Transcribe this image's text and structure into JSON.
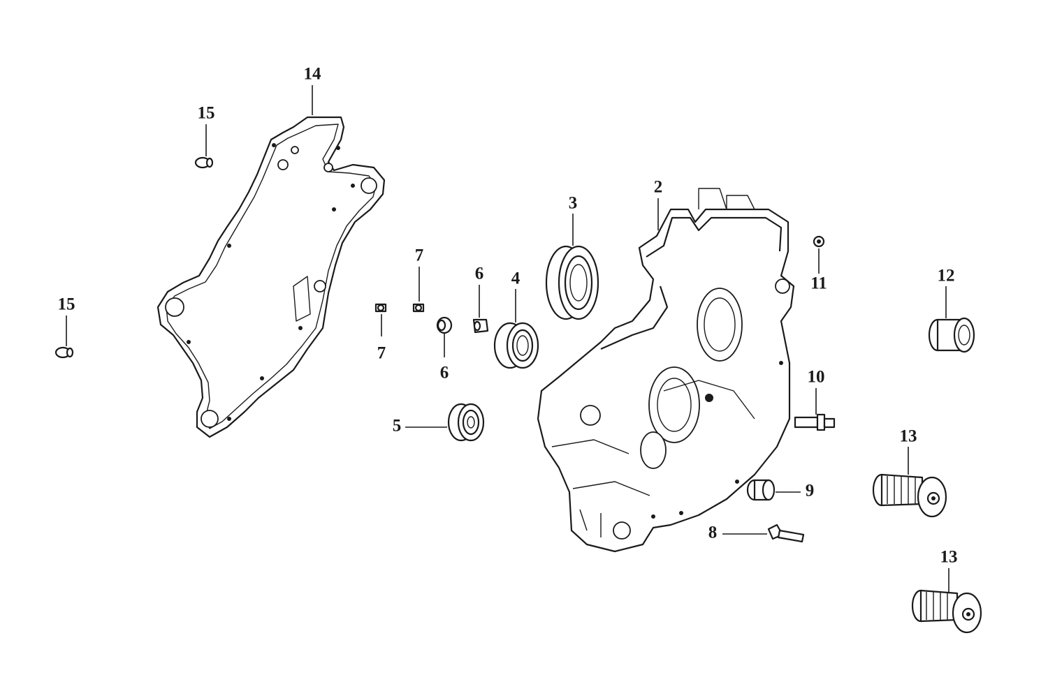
{
  "callouts": {
    "c2": "2",
    "c3": "3",
    "c4": "4",
    "c5": "5",
    "c6a": "6",
    "c6b": "6",
    "c7a": "7",
    "c7b": "7",
    "c8": "8",
    "c9": "9",
    "c10": "10",
    "c11": "11",
    "c12": "12",
    "c13a": "13",
    "c13b": "13",
    "c14": "14",
    "c15a": "15",
    "c15b": "15"
  },
  "colors": {
    "line": "#1a1a1a",
    "background": "#ffffff"
  }
}
